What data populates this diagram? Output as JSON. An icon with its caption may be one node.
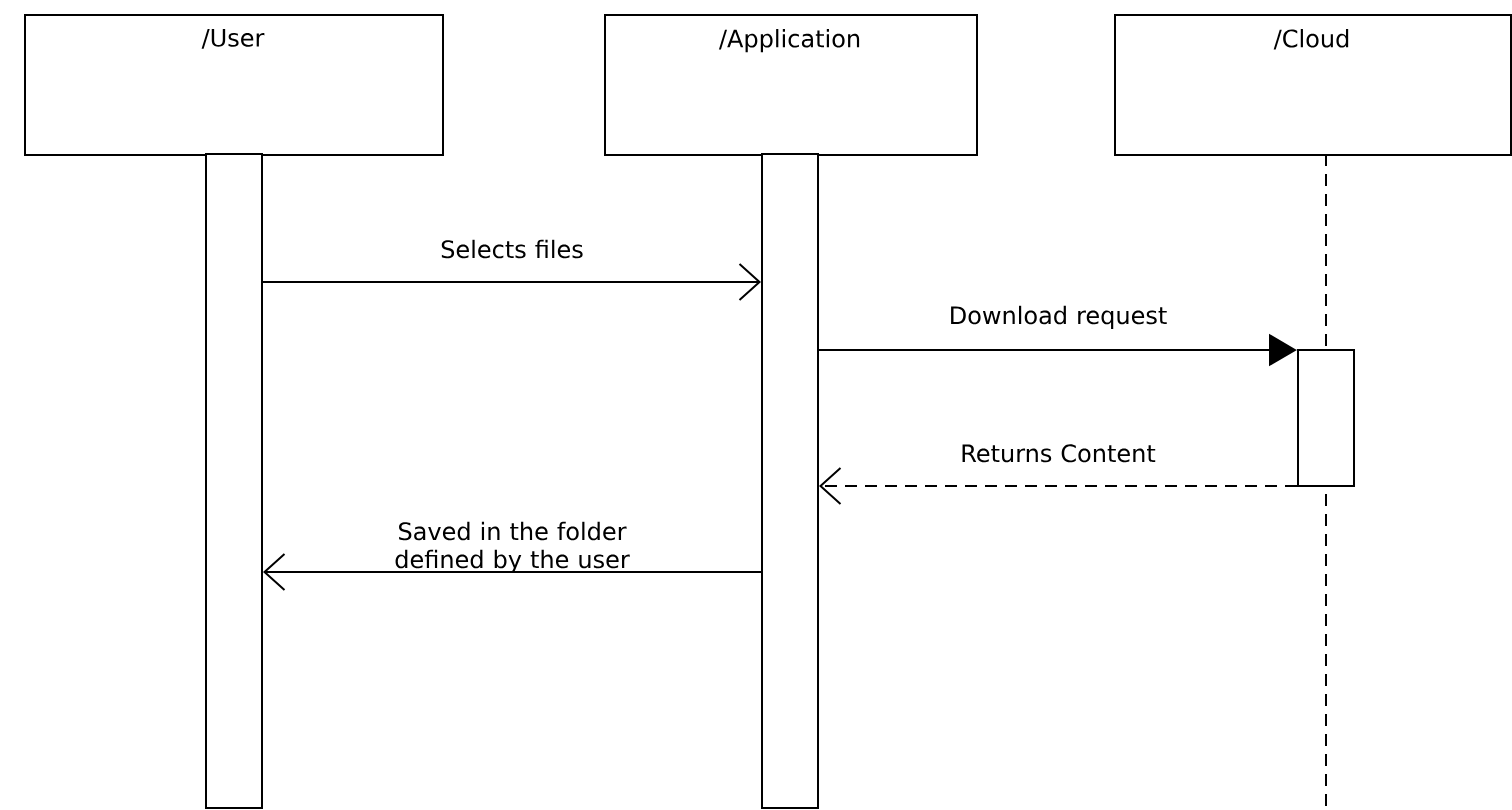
{
  "diagram": {
    "nodes": [
      {
        "text": [
          "/User"
        ]
      },
      {
        "text": [
          "/Application"
        ]
      },
      {
        "text": [
          "/Cloud"
        ]
      },
      {
        "text": [],
        "shape": "bar"
      },
      {
        "text": [],
        "shape": "bar"
      },
      {
        "text": [],
        "shape": "bar"
      }
    ],
    "edges": [
      {
        "from": 3,
        "to": 4,
        "arrow": "to",
        "label": "Selects files"
      },
      {
        "from": 4,
        "to": 5,
        "arrow": "to",
        "label": "Download request"
      },
      {
        "from": 5,
        "to": 4,
        "arrow": "to",
        "label": "Returns Content",
        "style": "dashed"
      },
      {
        "from": 4,
        "to": 3,
        "arrow": "to",
        "label": "Saved in the folder defined by the user"
      }
    ]
  }
}
